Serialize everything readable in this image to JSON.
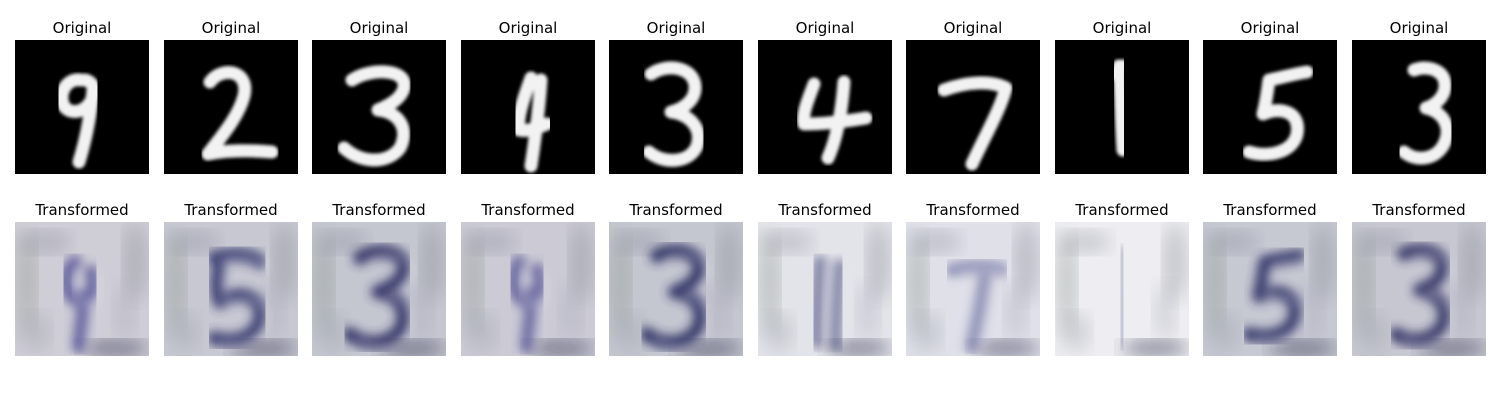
{
  "figure": {
    "original_title": "Original",
    "transformed_title": "Transformed",
    "originals": [
      {
        "digit": "9"
      },
      {
        "digit": "2"
      },
      {
        "digit": "3"
      },
      {
        "digit": "4"
      },
      {
        "digit": "3"
      },
      {
        "digit": "4"
      },
      {
        "digit": "7"
      },
      {
        "digit": "1"
      },
      {
        "digit": "5"
      },
      {
        "digit": "3"
      }
    ],
    "transformed": [
      {
        "appearance": "blurry bluish-purple digit shape on light mottled background"
      },
      {
        "appearance": "blurry dark-blue digit shape resembling 5"
      },
      {
        "appearance": "blurry dark-blue digit shape resembling 3"
      },
      {
        "appearance": "blurry bluish-purple digit shape"
      },
      {
        "appearance": "blurry dark-blue digit shape resembling 3"
      },
      {
        "appearance": "faint blurry vertical strokes on pale background"
      },
      {
        "appearance": "faint blurry bluish stroke on pale background"
      },
      {
        "appearance": "very pale image with faint vertical stroke"
      },
      {
        "appearance": "blurry dark-blue digit shape resembling 5"
      },
      {
        "appearance": "blurry dark-blue digit shape resembling 3"
      }
    ]
  }
}
